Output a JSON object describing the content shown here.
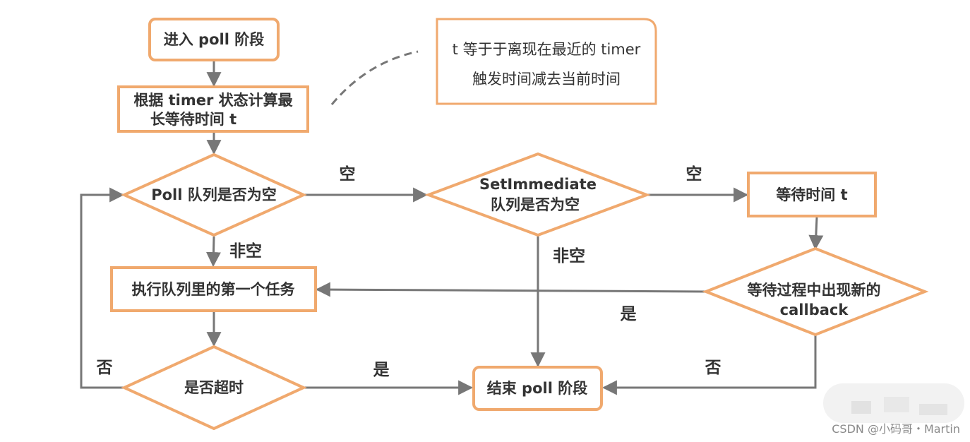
{
  "colors": {
    "node_border": "#F0A96E",
    "node_fill": "#FFFFFF",
    "connector": "#777777",
    "text": "#333333"
  },
  "nodes": {
    "enter_poll": "进入 poll 阶段",
    "calc_line1": "根据 timer 状态计算最",
    "calc_line2": "长等待时间 t",
    "poll_empty": "Poll 队列是否为空",
    "setimmediate_line1": "SetImmediate",
    "setimmediate_line2": "队列是否为空",
    "wait_t": "等待时间 t",
    "new_cb_line1": "等待过程中出现新的",
    "new_cb_line2": "callback",
    "exec_first": "执行队列里的第一个任务",
    "timeout": "是否超时",
    "end_poll": "结束 poll 阶段"
  },
  "note": {
    "line1": "t 等于于离现在最近的 timer",
    "line2": "触发时间减去当前时间"
  },
  "edge_labels": {
    "poll_to_setimm": "空",
    "setimm_to_wait": "空",
    "poll_to_exec": "非空",
    "setimm_to_end": "非空",
    "newcb_to_exec": "是",
    "timeout_to_end": "是",
    "timeout_loop": "否",
    "newcb_to_end": "否"
  },
  "watermark": "CSDN @小码哥・Martin"
}
